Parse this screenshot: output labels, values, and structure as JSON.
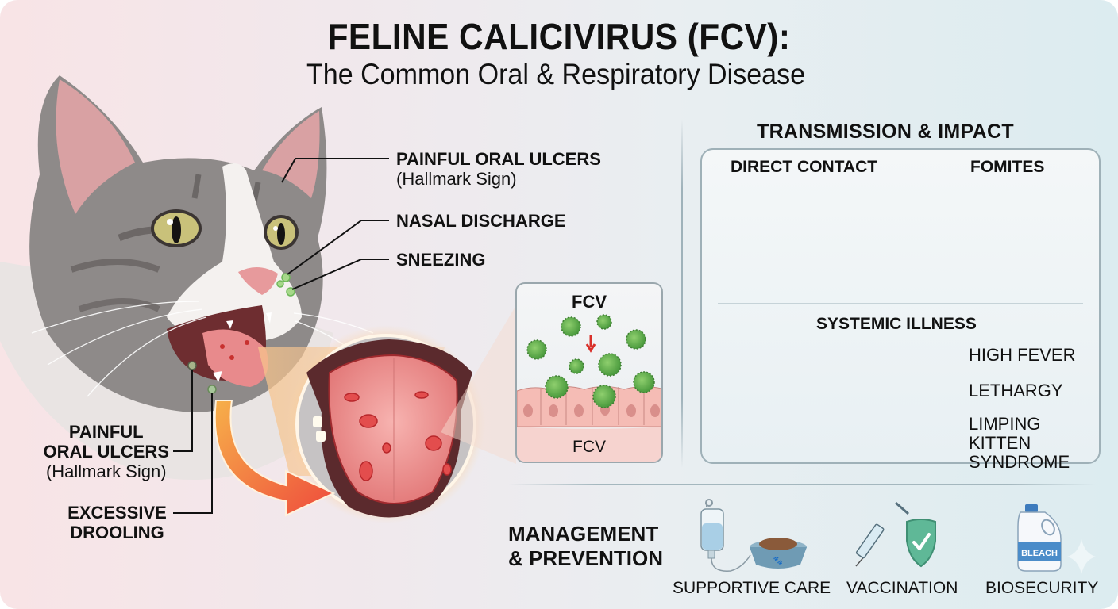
{
  "title": {
    "main": "FELINE CALICIVIRUS (FCV):",
    "subtitle": "The Common Oral & Respiratory Disease"
  },
  "cat_callouts": {
    "right": [
      {
        "label": "PAINFUL ORAL ULCERS",
        "sub": "(Hallmark Sign)"
      },
      {
        "label": "NASAL DISCHARGE"
      },
      {
        "label": "SNEEZING"
      }
    ],
    "left": [
      {
        "line1": "PAINFUL",
        "line2": "ORAL ULCERS",
        "sub": "(Hallmark Sign)"
      },
      {
        "line1": "EXCESSIVE",
        "line2": "DROOLING"
      }
    ]
  },
  "fcv_inset": {
    "title": "FCV",
    "footer": "FCV",
    "colors": {
      "virus": "#5ea84a",
      "cells": "#f2b9b3",
      "arrow": "#d9302a"
    }
  },
  "transmission": {
    "heading": "TRANSMISSION & IMPACT",
    "direct_contact": "DIRECT CONTACT",
    "fomites": "FOMITES",
    "systemic_heading": "SYSTEMIC ILLNESS",
    "symptoms": [
      {
        "label": "HIGH FEVER",
        "icon": "thermometer-icon"
      },
      {
        "label": "LETHARGY",
        "icon": "moon-icon"
      },
      {
        "label": "LIMPING KITTEN",
        "label2": "SYNDROME",
        "icon": "joint-icon"
      }
    ]
  },
  "management": {
    "heading_line1": "MANAGEMENT",
    "heading_line2": "& PREVENTION",
    "items": [
      {
        "label": "SUPPORTIVE CARE",
        "icon": "iv-bag-food-bowl-icon"
      },
      {
        "label": "VACCINATION",
        "icon": "syringe-shield-icon"
      },
      {
        "label": "BIOSECURITY",
        "icon": "bleach-bottle-icon",
        "bottle_text": "BLEACH"
      }
    ]
  },
  "colors": {
    "bg_left": "#f8e4e6",
    "bg_right": "#dcecf0",
    "text": "#111111",
    "accent_red": "#e8483a",
    "accent_orange": "#f6a04a",
    "panel_border": "#9fb1b8"
  }
}
